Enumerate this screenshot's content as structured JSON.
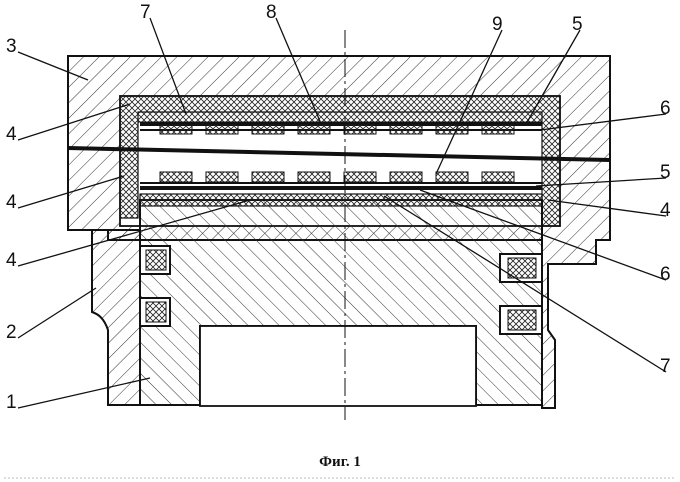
{
  "labels": {
    "l1": "1",
    "l2": "2",
    "l3": "3",
    "l4a": "4",
    "l4b": "4",
    "l4c": "4",
    "l4d": "4",
    "l5a": "5",
    "l5b": "5",
    "l6a": "6",
    "l6b": "6",
    "l7a": "7",
    "l7b": "7",
    "l8": "8",
    "l9": "9"
  },
  "caption": "Фиг. 1"
}
